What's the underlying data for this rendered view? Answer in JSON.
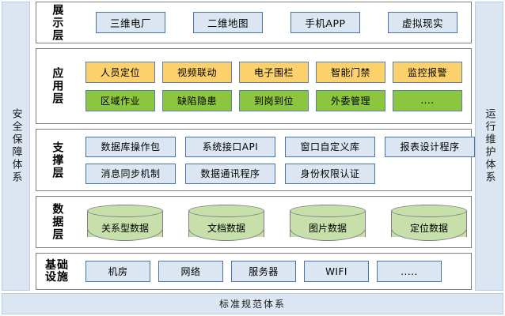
{
  "banners": {
    "left": "安全保障体系",
    "right": "运行维护体系",
    "bottom": "标准规范体系"
  },
  "layers": [
    {
      "id": "display",
      "label": "展示层",
      "label_mode": "vertical",
      "rows": [
        {
          "style": "blue",
          "items": [
            "三维电厂",
            "二维地图",
            "手机APP",
            "虚拟现实"
          ]
        }
      ]
    },
    {
      "id": "app",
      "label": "应用层",
      "label_mode": "vertical",
      "rows": [
        {
          "style": "orange",
          "items": [
            "人员定位",
            "视频联动",
            "电子围栏",
            "智能门禁",
            "监控报警"
          ]
        },
        {
          "style": "green",
          "items": [
            "区域作业",
            "缺陷隐患",
            "到岗到位",
            "外委管理",
            "...."
          ]
        }
      ]
    },
    {
      "id": "support",
      "label": "支撑层",
      "label_mode": "vertical",
      "rows": [
        {
          "style": "blue",
          "items": [
            "数据库操作包",
            "系统接口API",
            "窗口自定义库",
            "报表设计程序"
          ]
        },
        {
          "style": "blue",
          "items": [
            "消息同步机制",
            "数据通讯程序",
            "身份权限认证"
          ]
        }
      ]
    },
    {
      "id": "data",
      "label": "数据层",
      "label_mode": "vertical",
      "rows": [
        {
          "style": "cylinder",
          "items": [
            "关系型数据",
            "文档数据",
            "图片数据",
            "定位数据"
          ]
        }
      ]
    },
    {
      "id": "infra",
      "label": "基础\n设施",
      "label_mode": "two-line",
      "rows": [
        {
          "style": "blue",
          "items": [
            "机房",
            "网络",
            "服务器",
            "WIFI",
            "....."
          ]
        }
      ]
    }
  ],
  "colors": {
    "banner_fill": "#dce6f2",
    "banner_border": "#b9cde5",
    "layer_border": "#808080",
    "node_blue_fill": "#dce6f2",
    "node_blue_border": "#4775a8",
    "node_orange_fill": "#fcd06a",
    "node_green_fill": "#8cc63e",
    "node_warm_border": "#5b7fa6",
    "cylinder_fill": "#c7dfab",
    "cylinder_border": "#808080"
  }
}
